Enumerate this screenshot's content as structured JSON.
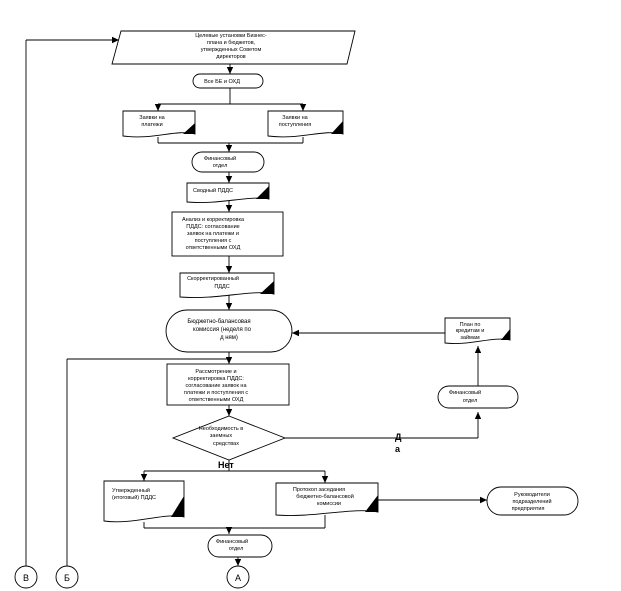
{
  "diagram": {
    "nodes": {
      "input": {
        "lines": [
          "Целевые установки Бизнес-",
          "плана и бюджетов,",
          "утвержденных Советом",
          "директоров"
        ]
      },
      "all_units": {
        "lines": [
          "Все БЕ и ОХД"
        ]
      },
      "payment_requests": {
        "lines": [
          "Заявки на",
          "платежи"
        ]
      },
      "receipt_requests": {
        "lines": [
          "Заявки на",
          "поступления"
        ]
      },
      "finance_dept_1": {
        "lines": [
          "Финансовый",
          "отдел"
        ]
      },
      "summary_pdds": {
        "lines": [
          "Сводный ПДДС"
        ]
      },
      "analysis": {
        "lines": [
          "Анализ и корректировка",
          "ПДДС: согласование",
          "заявок на платежи и",
          "поступления с",
          "ответственными ОХД"
        ]
      },
      "corrected_pdds": {
        "lines": [
          "Скорректированный",
          "ПДДС"
        ]
      },
      "budget_commission": {
        "lines": [
          "Бюджетно-балансовая",
          "комиссия (неделя по",
          "д ням)"
        ]
      },
      "credit_plan": {
        "lines": [
          "План по",
          "кредитам и",
          "займам"
        ]
      },
      "review": {
        "lines": [
          "Рассмотрение и",
          "корректировка ПДДС:",
          "согласование заявок на",
          "платежи и поступления с",
          "ответственными ОХД"
        ]
      },
      "finance_dept_2": {
        "lines": [
          "Финансовый",
          "отдел"
        ]
      },
      "need_loans": {
        "lines": [
          "Необходимость в",
          "заемных",
          "средствах"
        ]
      },
      "approved_pdds": {
        "lines": [
          "Утвержденный",
          "(итоговый) ПДДС"
        ]
      },
      "protocol": {
        "lines": [
          "Протокол заседания",
          "бюджетно-балансовой",
          "комиссии"
        ]
      },
      "unit_heads": {
        "lines": [
          "Руководители",
          "подразделений",
          "предприятия"
        ]
      },
      "finance_dept_3": {
        "lines": [
          "Финансовый",
          "отдел"
        ]
      }
    },
    "labels": {
      "yes_1": "Д",
      "yes_2": "а",
      "no": "Нет"
    },
    "connectors": {
      "a": "А",
      "b": "Б",
      "v": "В"
    }
  }
}
